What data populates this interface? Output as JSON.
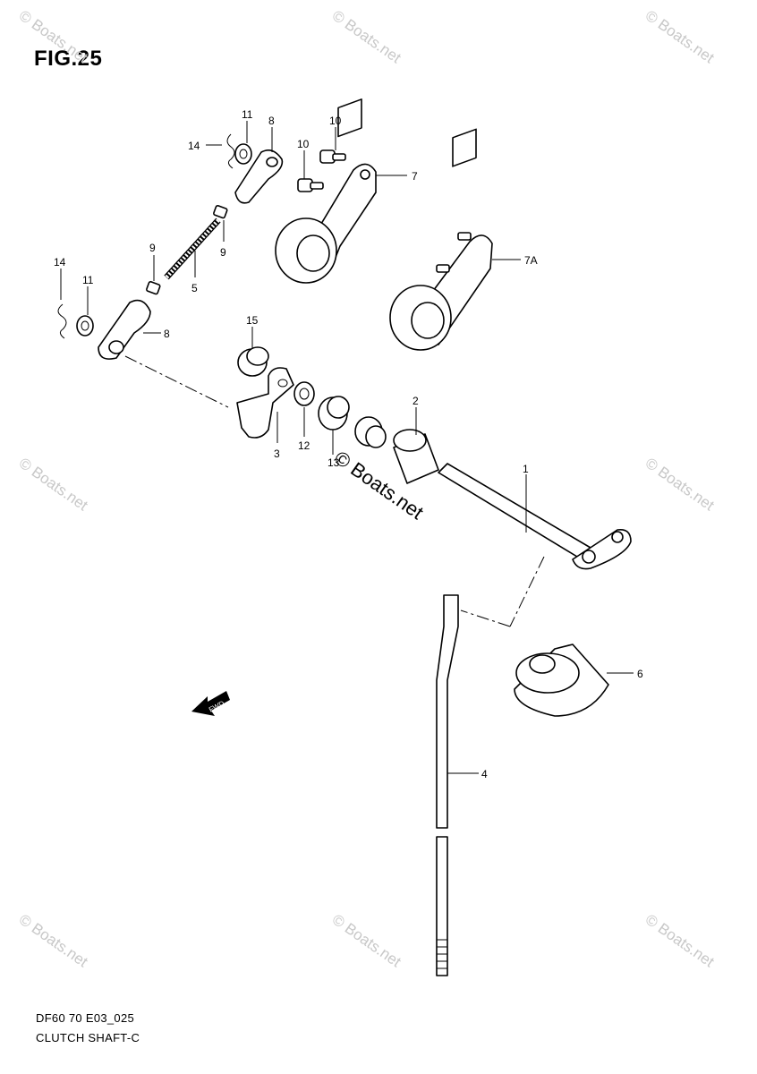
{
  "figure": {
    "title": "FIG.25"
  },
  "footer": {
    "code": "DF60 70 E03_025",
    "name": "CLUTCH SHAFT-C"
  },
  "watermark": {
    "text": "© Boats.net"
  },
  "callouts": [
    "1",
    "2",
    "3",
    "4",
    "5",
    "6",
    "7",
    "7A",
    "8",
    "8",
    "9",
    "9",
    "10",
    "10",
    "11",
    "11",
    "12",
    "13",
    "14",
    "14",
    "15"
  ],
  "fwd_arrow": {
    "label": "FWD"
  }
}
